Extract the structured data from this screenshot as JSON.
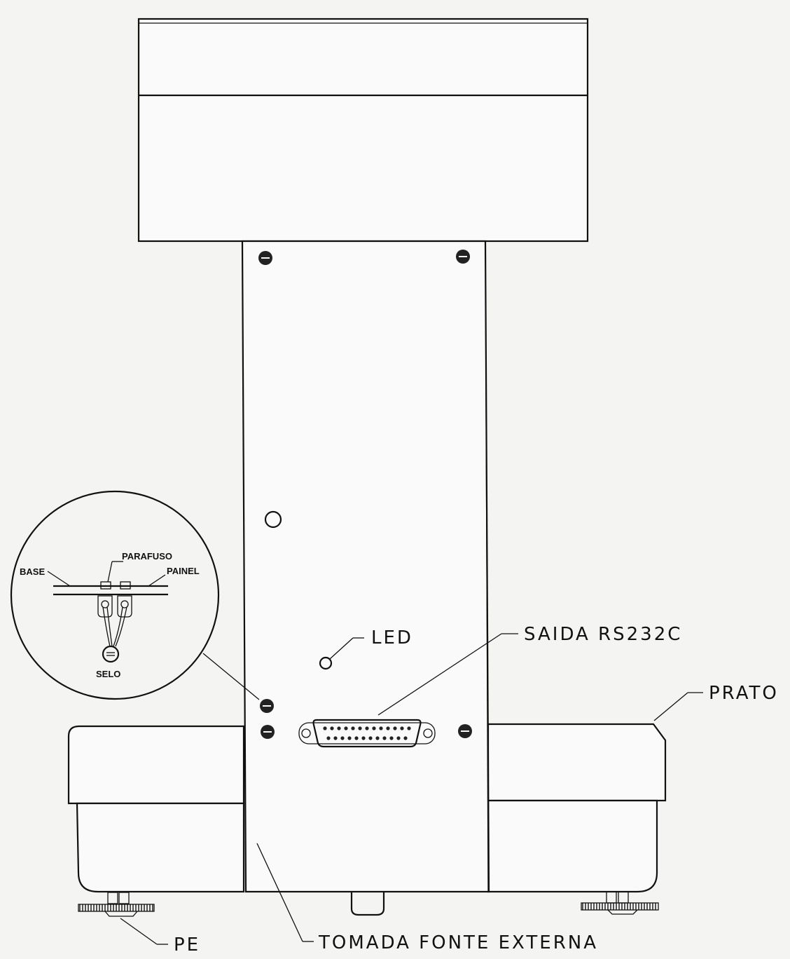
{
  "labels": {
    "led": "LED",
    "saida": "SAIDA RS232C",
    "prato": "PRATO",
    "pe": "PE",
    "tomada": "TOMADA FONTE EXTERNA"
  },
  "detail": {
    "parafuso": "PARAFUSO",
    "base": "BASE",
    "painel": "PAINEL",
    "selo": "SELO"
  }
}
